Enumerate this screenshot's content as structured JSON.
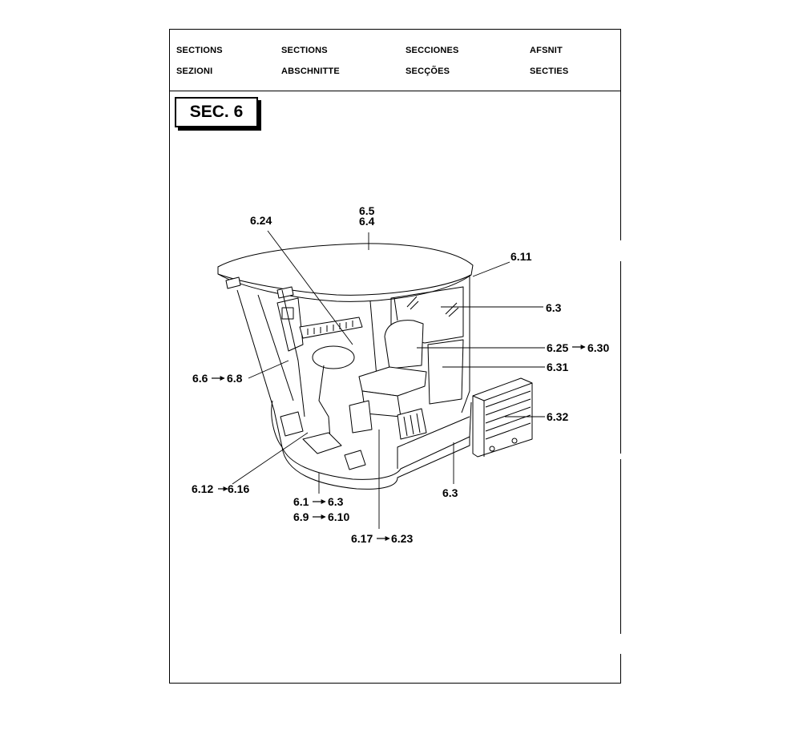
{
  "header": {
    "row1": [
      "SECTIONS",
      "SECTIONS",
      "SECCIONES",
      "AFSNIT"
    ],
    "row2": [
      "SEZIONI",
      "ABSCHNITTE",
      "SECÇÕES",
      "SECTIES"
    ]
  },
  "section_badge": "SEC. 6",
  "callouts": {
    "c65": "6.5",
    "c64": "6.4",
    "c624": "6.24",
    "c611": "6.11",
    "c63top": "6.3",
    "c625a": "6.25",
    "c625b": "6.30",
    "c631": "6.31",
    "c66a": "6.6",
    "c66b": "6.8",
    "c632": "6.32",
    "c612a": "6.12",
    "c612b": "6.16",
    "c61a": "6.1",
    "c61b": "6.3",
    "c69a": "6.9",
    "c69b": "6.10",
    "c63bottom": "6.3",
    "c617a": "6.17",
    "c617b": "6.23"
  }
}
